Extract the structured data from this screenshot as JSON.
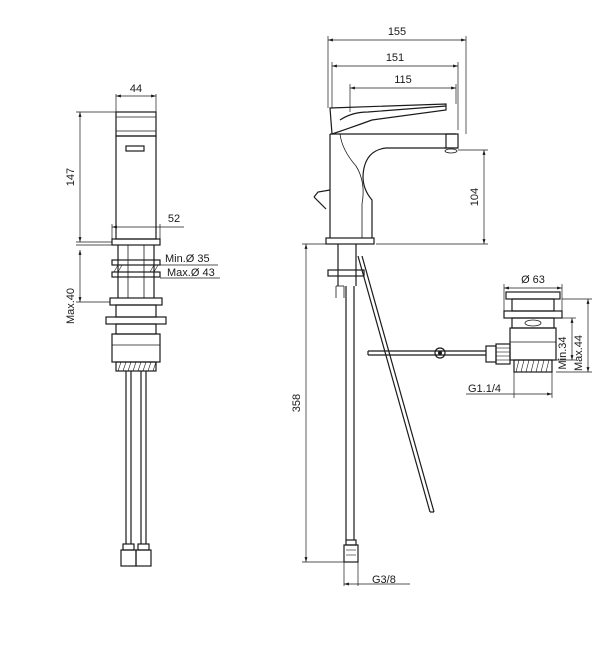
{
  "labels": {
    "front_width": "44",
    "front_height": "147",
    "base_width": "52",
    "hole_min": "Min.Ø 35",
    "hole_max": "Max.Ø 43",
    "deck_max": "Max.40",
    "side_depth_total": "155",
    "side_depth_body": "151",
    "side_reach": "115",
    "spout_height": "104",
    "hose_length": "358",
    "hose_thread": "G3/8",
    "waste_diameter": "Ø 63",
    "waste_min": "Min.34",
    "waste_max": "Max.44",
    "waste_thread": "G1.1/4"
  },
  "colors": {
    "line": "#1a1a1a",
    "background": "#ffffff"
  }
}
